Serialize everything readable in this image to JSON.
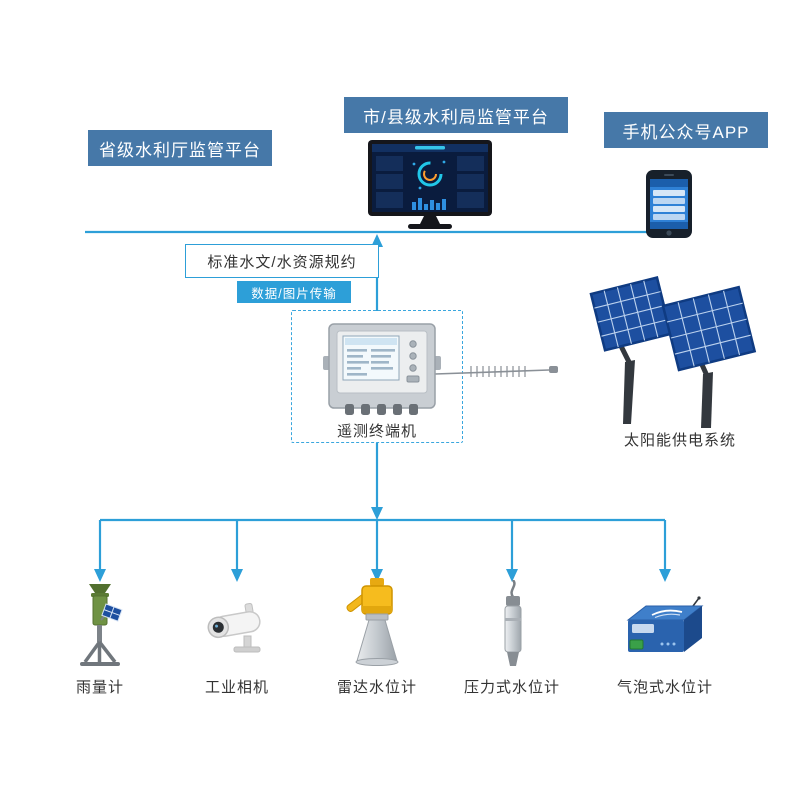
{
  "platforms": {
    "provincial": "省级水利厅监管平台",
    "city_county": "市/县级水利局监管平台",
    "mobile_app": "手机公众号APP"
  },
  "links": {
    "protocol": "标准水文/水资源规约",
    "transmission": "数据/图片传输"
  },
  "rtu": {
    "label": "遥测终端机"
  },
  "solar": {
    "label": "太阳能供电系统"
  },
  "sensors": [
    {
      "label": "雨量计"
    },
    {
      "label": "工业相机"
    },
    {
      "label": "雷达水位计"
    },
    {
      "label": "压力式水位计"
    },
    {
      "label": "气泡式水位计"
    }
  ],
  "colors": {
    "platform_box_blue": "#4678a8",
    "connector_blue": "#2d9fd8",
    "solar_panel_blue": "#1d4fa0",
    "label_text": "#333333"
  }
}
